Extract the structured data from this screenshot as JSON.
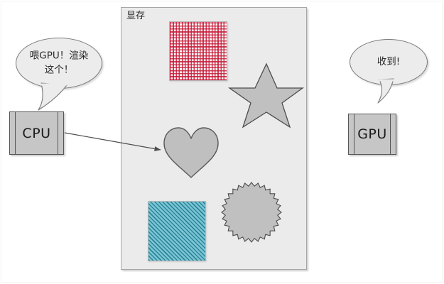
{
  "diagram": {
    "title_hidden": "CPU instructs GPU to render shapes stored in VRAM",
    "vram": {
      "label": "显存",
      "fill_color": "#ebebeb",
      "border_color": "#a6a6a6",
      "shapes": [
        {
          "name": "red-crosshatch-square",
          "type": "square",
          "fill": "#c61a38",
          "pattern": "crosshatch-grid"
        },
        {
          "name": "gray-star",
          "type": "star",
          "points": 5,
          "fill": "#c0c0c0",
          "stroke": "#4d4d4d"
        },
        {
          "name": "gray-heart",
          "type": "heart",
          "fill": "#bfbfbf",
          "stroke": "#595959"
        },
        {
          "name": "teal-diagonal-square",
          "type": "square",
          "fill": "#4aafc4",
          "pattern": "diagonal-hatch"
        },
        {
          "name": "gray-starburst",
          "type": "starburst",
          "points": 28,
          "fill": "#c0c0c0",
          "stroke": "#4d4d4d"
        }
      ]
    },
    "cpu": {
      "label": "CPU",
      "bubble_text_line1": "喂GPU！渲染",
      "bubble_text_line2": "这个！",
      "chip_fill": "#c6c6c6",
      "chip_stroke": "#555555"
    },
    "gpu": {
      "label": "GPU",
      "bubble_text": "收到!",
      "chip_fill": "#c6c6c6",
      "chip_stroke": "#555555"
    },
    "arrow": {
      "name": "cpu-to-heart-arrow",
      "from": "CPU",
      "to": "gray-heart",
      "color": "#4d4d4d"
    }
  }
}
